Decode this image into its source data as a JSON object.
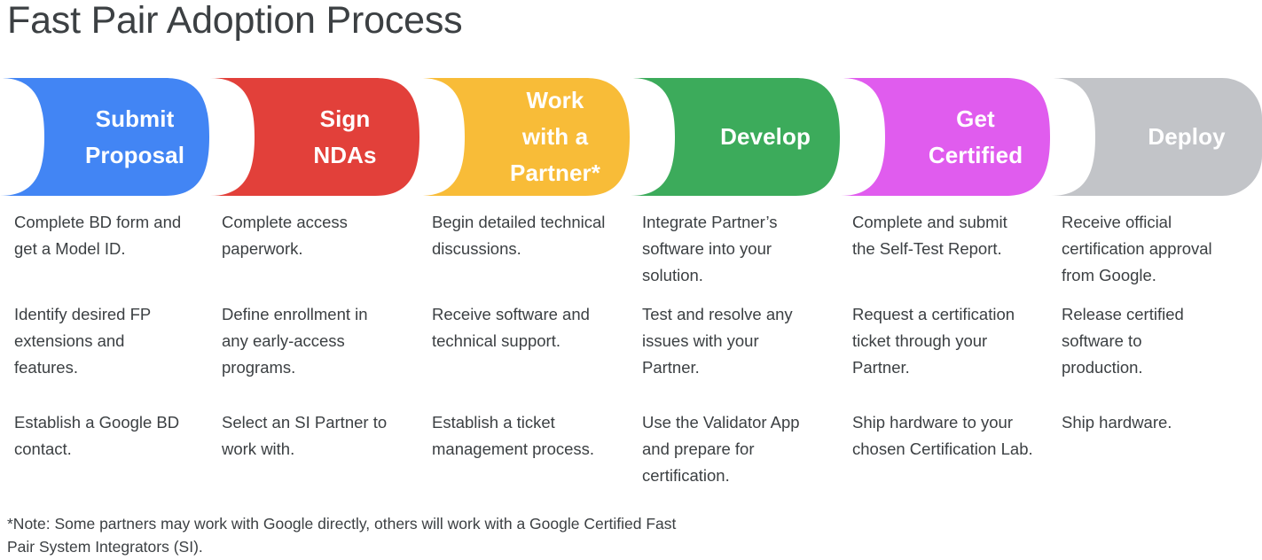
{
  "page": {
    "title": "Fast Pair Adoption Process",
    "background_color": "#ffffff",
    "text_color": "#3c4043"
  },
  "stages": [
    {
      "id": "submit-proposal",
      "label": "Submit\nProposal",
      "color": "#4285f4",
      "label_color": "#ffffff",
      "items": [
        "Complete BD form and get a Model ID.",
        "Identify desired FP extensions and features.",
        "Establish a Google BD contact."
      ]
    },
    {
      "id": "sign-ndas",
      "label": "Sign\nNDAs",
      "color": "#e2403a",
      "label_color": "#ffffff",
      "items": [
        "Complete access paperwork.",
        "Define enrollment in any early-access programs.",
        "Select an SI Partner to work with."
      ]
    },
    {
      "id": "work-with-a-partner",
      "label": "Work\nwith a\nPartner*",
      "color": "#f8bc38",
      "label_color": "#ffffff",
      "items": [
        "Begin detailed technical discussions.",
        "Receive software and technical support.",
        "Establish a ticket management process."
      ]
    },
    {
      "id": "develop",
      "label": "Develop",
      "color": "#3cab5b",
      "label_color": "#ffffff",
      "items": [
        "Integrate Partner’s software into your solution.",
        "Test and resolve any issues with your Partner.",
        "Use the Validator App and prepare for certification."
      ]
    },
    {
      "id": "get-certified",
      "label": "Get\nCertified",
      "color": "#e05cee",
      "label_color": "#ffffff",
      "items": [
        "Complete and submit the Self-Test Report.",
        "Request a certification ticket through your Partner.",
        "Ship hardware to your chosen Certification Lab."
      ]
    },
    {
      "id": "deploy",
      "label": "Deploy",
      "color": "#c2c4c8",
      "label_color": "#ffffff",
      "items": [
        "Receive official certification approval from Google.",
        "Release certified software to production.",
        "Ship hardware."
      ]
    }
  ],
  "footnote": "*Note: Some partners may work with Google directly, others will work with a Google Certified Fast Pair System Integrators (SI)."
}
